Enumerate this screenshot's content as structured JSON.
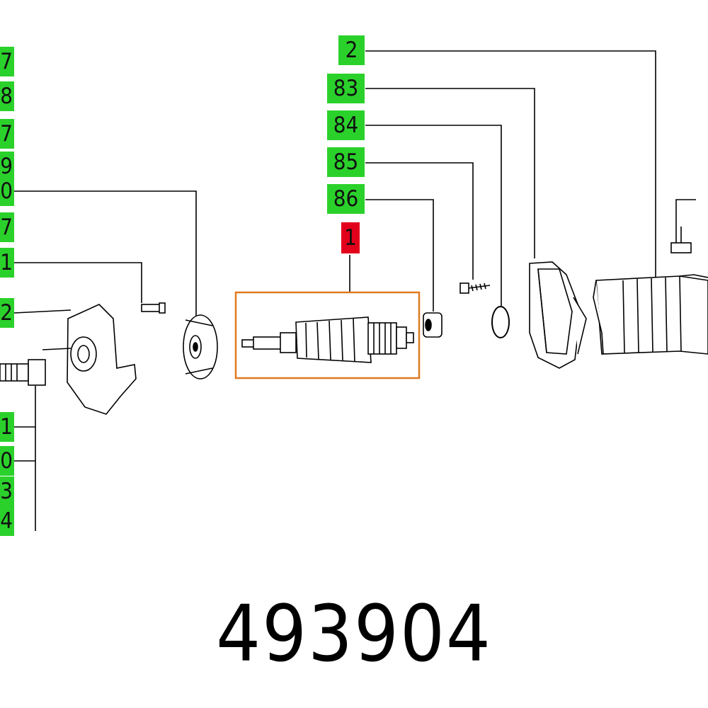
{
  "colors": {
    "callout_fill": "#2bd12b",
    "highlight_fill": "#e3001b",
    "selection_box": "#e07a1f",
    "line": "#000000"
  },
  "callouts_top": [
    {
      "label": "2"
    },
    {
      "label": "83"
    },
    {
      "label": "84"
    },
    {
      "label": "85"
    },
    {
      "label": "86"
    }
  ],
  "highlighted_callout": {
    "label": "1"
  },
  "callouts_left": [
    {
      "label": "7"
    },
    {
      "label": "8"
    },
    {
      "label": "7"
    },
    {
      "label": "9"
    },
    {
      "label": "0"
    },
    {
      "label": "7"
    },
    {
      "label": "1"
    },
    {
      "label": "2"
    },
    {
      "label": "1"
    },
    {
      "label": "0"
    },
    {
      "label": "3"
    },
    {
      "label": "4"
    }
  ],
  "part_number": "493904"
}
